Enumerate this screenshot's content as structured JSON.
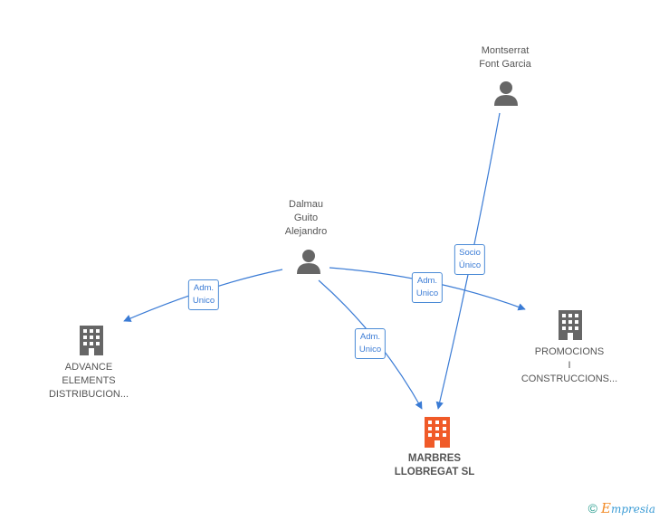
{
  "nodes": {
    "montserrat": {
      "lines": [
        "Montserrat",
        "Font Garcia"
      ],
      "type": "person"
    },
    "dalmau": {
      "lines": [
        "Dalmau",
        "Guito",
        "Alejandro"
      ],
      "type": "person"
    },
    "advance": {
      "lines": [
        "ADVANCE",
        "ELEMENTS",
        "DISTRIBUCION..."
      ],
      "type": "company"
    },
    "promocions": {
      "lines": [
        "PROMOCIONS",
        "I",
        "CONSTRUCCIONS..."
      ],
      "type": "company"
    },
    "marbres": {
      "lines": [
        "MARBRES",
        "LLOBREGAT SL"
      ],
      "type": "company-main"
    }
  },
  "edges": {
    "socio_unico": [
      "Socio",
      "Único"
    ],
    "adm_advance": [
      "Adm.",
      "Unico"
    ],
    "adm_promocions": [
      "Adm.",
      "Unico"
    ],
    "adm_marbres": [
      "Adm.",
      "Unico"
    ]
  },
  "colors": {
    "edge": "#3a7bd5",
    "person_icon": "#666666",
    "company_icon": "#666666",
    "main_company_icon": "#f05a28"
  },
  "footer": {
    "copyright": "©",
    "brand_first": "E",
    "brand_rest": "mpresia"
  }
}
